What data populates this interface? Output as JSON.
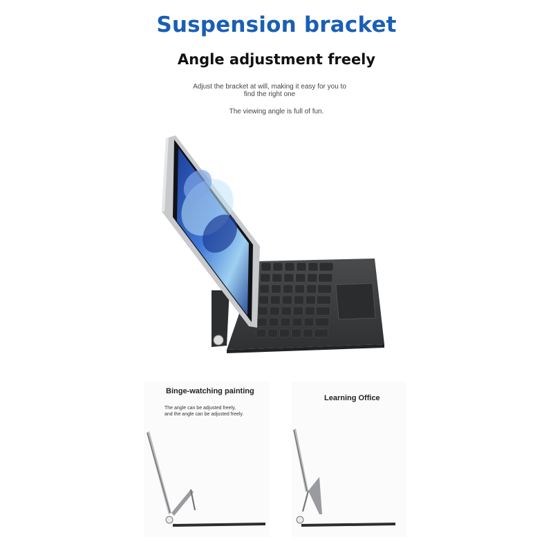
{
  "header": {
    "title": "Suspension bracket",
    "subtitle": "Angle adjustment freely",
    "description_line1": "Adjust the bracket at will, making it easy for you to",
    "description_line2": "find the right one",
    "tagline": "The viewing angle is full of fun."
  },
  "panels": [
    {
      "title": "Binge-watching painting",
      "note_line1": "The angle can be adjusted freely,",
      "note_line2": "and the angle can be adjusted freely."
    },
    {
      "title": "Learning Office"
    }
  ],
  "colors": {
    "title_blue": "#1a5fb4",
    "keyboard_body": "#3a3b3d",
    "key": "#2c2d2f"
  }
}
